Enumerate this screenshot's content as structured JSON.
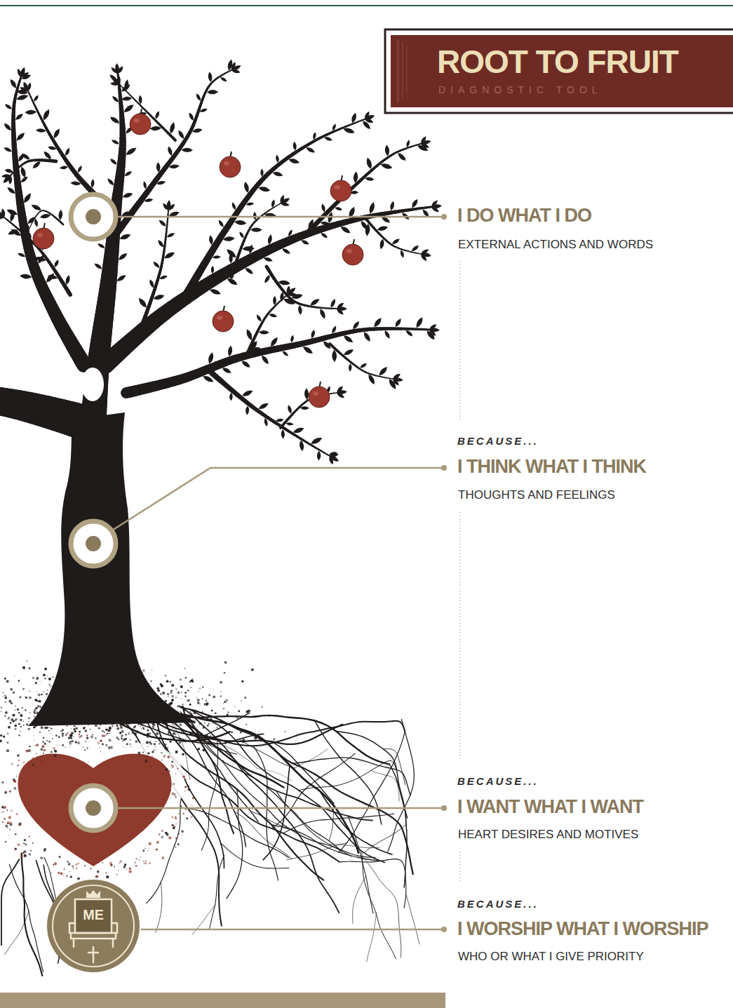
{
  "diagram": {
    "title": "ROOT TO FRUIT",
    "nodes": [
      {
        "text": [
          "ME"
        ]
      }
    ],
    "labels": [
      "DIAGNOSTIC TOOL",
      "I DO WHAT I DO",
      "EXTERNAL ACTIONS AND WORDS",
      "BECAUSE...",
      "I THINK WHAT I THINK",
      "THOUGHTS AND FEELINGS",
      "BECAUSE...",
      "I WANT WHAT I WANT",
      "HEART DESIRES AND MOTIVES",
      "BECAUSE...",
      "I WORSHIP WHAT I WORSHIP",
      "WHO OR WHAT I GIVE PRIORITY"
    ]
  }
}
